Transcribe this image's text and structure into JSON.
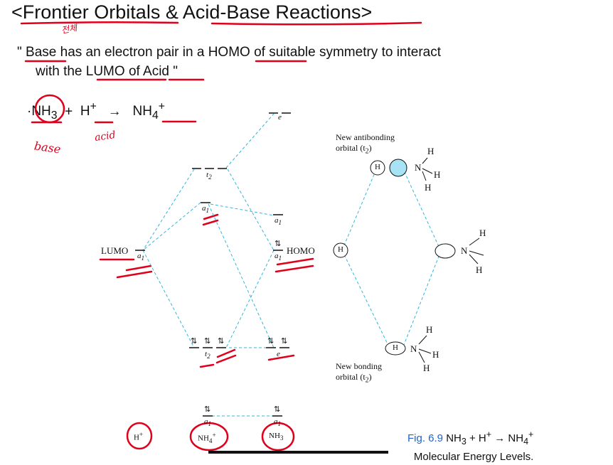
{
  "header": {
    "title": "<Frontier Orbitals & Acid-Base Reactions>",
    "quote_line1_pre": "\" ",
    "quote_base": "Base",
    "quote_line1_mid": " has an electron pair in a ",
    "quote_homo": "HOMO",
    "quote_line1_post": " of suitable symmetry to interact",
    "quote_line2_pre": "with the ",
    "quote_lumo_of": "LUMO of",
    "quote_acid": "Acid",
    "quote_line2_post": " \""
  },
  "reaction": {
    "bullet": "·",
    "reactant1": "NH",
    "reactant1_sub": "3",
    "plus": "+",
    "reactant2": "H",
    "reactant2_sup": "+",
    "arrow": "→",
    "product": "NH",
    "product_sub": "4",
    "product_sup": "+"
  },
  "handwriting": {
    "top_note": "전체",
    "base_note": "base",
    "acid_note": "acid"
  },
  "diagram": {
    "lumo_label": "LUMO",
    "homo_label": "HOMO",
    "left_a1": "a",
    "left_a1_sub": "1",
    "center_e": "e",
    "center_t2": "t",
    "center_t2_sub": "2",
    "center_a1": "a",
    "center_a1_sub": "1",
    "right_a1": "a",
    "right_a1_sub": "1",
    "homo_a1": "a",
    "homo_a1_sub": "1",
    "bottom_t2": "t",
    "bottom_t2_sub": "2",
    "bottom_e": "e",
    "bottom_a1_left": "a",
    "bottom_a1_left_sub": "1",
    "bottom_a1_right": "a",
    "bottom_a1_right_sub": "1",
    "spin_pair": "⇅",
    "h_plus_label": "H",
    "h_plus_sup": "+",
    "nh4_label": "NH",
    "nh4_sub": "4",
    "nh4_sup": "+",
    "nh3_label": "NH",
    "nh3_sub": "3",
    "antibonding_line1": "New antibonding",
    "antibonding_line2": "orbital (t",
    "antibonding_sub": "2",
    "antibonding_close": ")",
    "bonding_line1": "New bonding",
    "bonding_line2": "orbital (t",
    "bonding_sub": "2",
    "bonding_close": ")",
    "atom_H": "H",
    "atom_N": "N"
  },
  "caption": {
    "fig": "Fig. 6.9",
    "text_pre": " NH",
    "sub3": "3",
    "plus": " + H",
    "sup_plus": "+",
    "arrow": " → NH",
    "sub4": "4",
    "sup4": "+",
    "line2": "Molecular Energy Levels."
  },
  "colors": {
    "ink": "#111111",
    "annotation_red": "#e0001b",
    "dashed_cyan": "#33b6dd",
    "orbital_fill": "#a8e2f5",
    "caption_blue": "#1f64c8"
  }
}
